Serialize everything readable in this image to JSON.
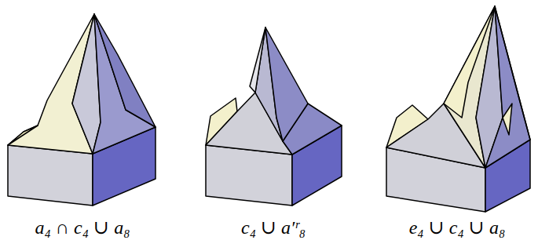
{
  "diagram": {
    "labels": [
      "a₄ ∩ c₄ ∪ a₈",
      "c₄ ∪ a′ʳ₈",
      "e₄ ∪ c₄ ∪ a₈"
    ]
  }
}
